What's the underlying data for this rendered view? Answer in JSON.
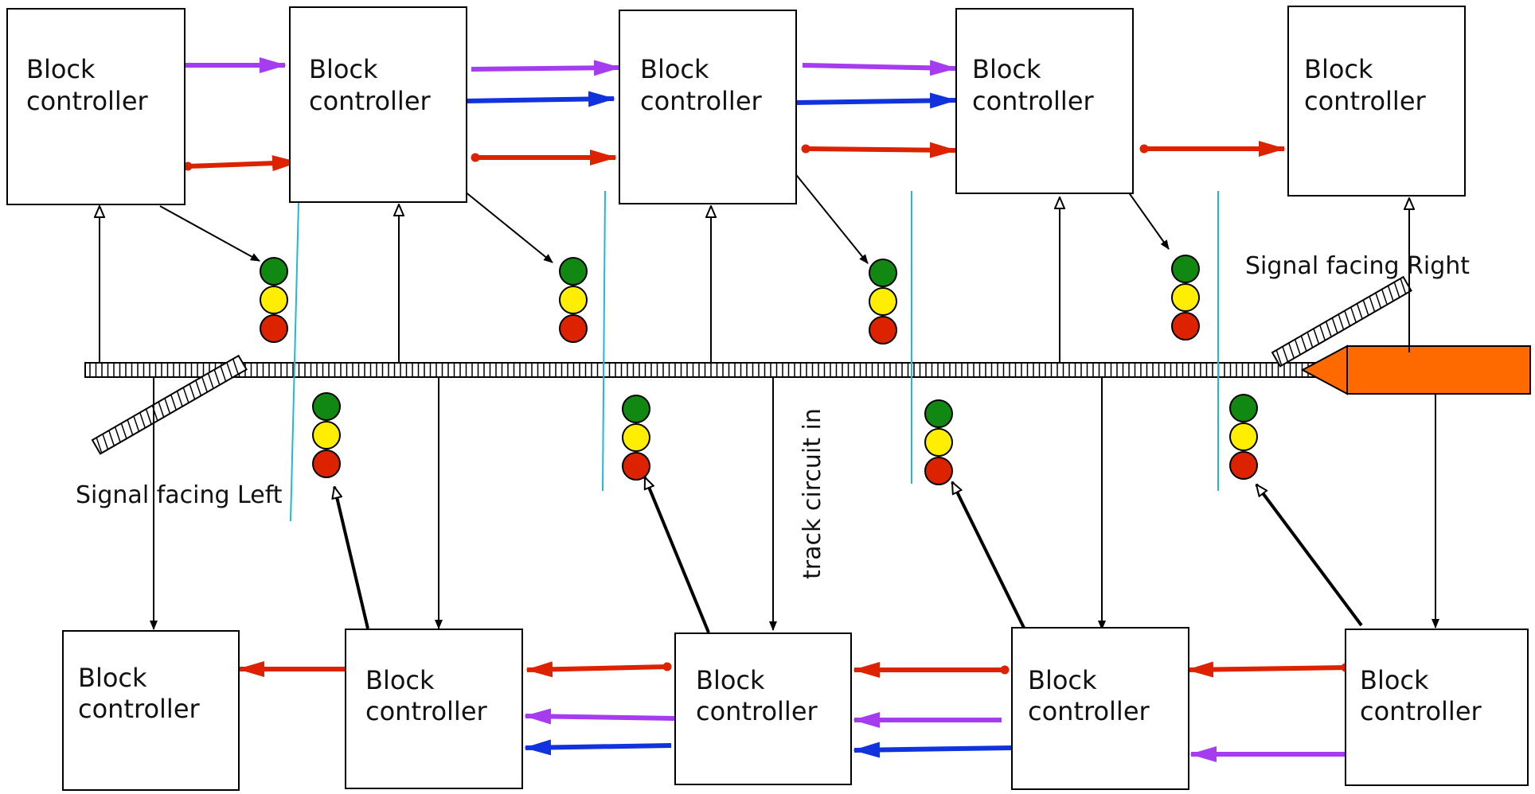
{
  "block_label_line1": "Block",
  "block_label_line2": "controller",
  "labels": {
    "signal_right": "Signal facing Right",
    "signal_left": "Signal facing Left",
    "track_circuit": "track circuit in"
  },
  "colors": {
    "red": "#dd2200",
    "purple": "#a63cf0",
    "blue": "#1133dd",
    "green": "#118811",
    "yellow": "#ffee00",
    "cyan": "#22b5dd",
    "train": "#ff6a00"
  }
}
